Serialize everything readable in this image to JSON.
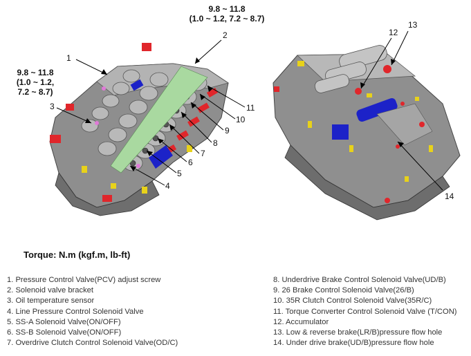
{
  "torque_spec_top": {
    "line1": "9.8 ~ 11.8",
    "line2": "(1.0 ~ 1.2, 7.2 ~ 8.7)"
  },
  "torque_spec_left": {
    "line1": "9.8 ~ 11.8",
    "line2": "(1.0 ~ 1.2,",
    "line3": "7.2 ~ 8.7)"
  },
  "callouts_left": [
    "1",
    "2",
    "3",
    "4",
    "5",
    "6",
    "7",
    "8",
    "9",
    "10",
    "11"
  ],
  "callouts_right": [
    "12",
    "13",
    "14"
  ],
  "torque_heading": "Torque: N.m (kgf.m, lb-ft)",
  "legend_left": [
    "1. Pressure Control Valve(PCV) adjust screw",
    "2. Solenoid valve bracket",
    "3. Oil temperature sensor",
    "4. Line Pressure Control Solenoid Valve",
    "5. SS-A Solenoid Valve(ON/OFF)",
    "6. SS-B Solenoid Valve(ON/OFF)",
    "7. Overdrive Clutch Control Solenoid Valve(OD/C)"
  ],
  "legend_right": [
    "8. Underdrive Brake Control Solenoid Valve(UD/B)",
    "9. 26 Brake Control Solenoid Valve(26/B)",
    "10. 35R Clutch Control Solenoid Valve(35R/C)",
    "11. Torque Converter Control Solenoid Valve (T/CON)",
    "12. Accumulator",
    "13. Low & reverse brake(LR/B)pressure flow hole",
    "14. Under drive brake(UD/B)pressure flow hole"
  ],
  "colors": {
    "body": "#9a9a9a",
    "dark": "#5e5e5e",
    "red": "#e0262b",
    "yellow": "#e8d21a",
    "blue": "#1c22c8",
    "green": "#a9d9a0"
  }
}
